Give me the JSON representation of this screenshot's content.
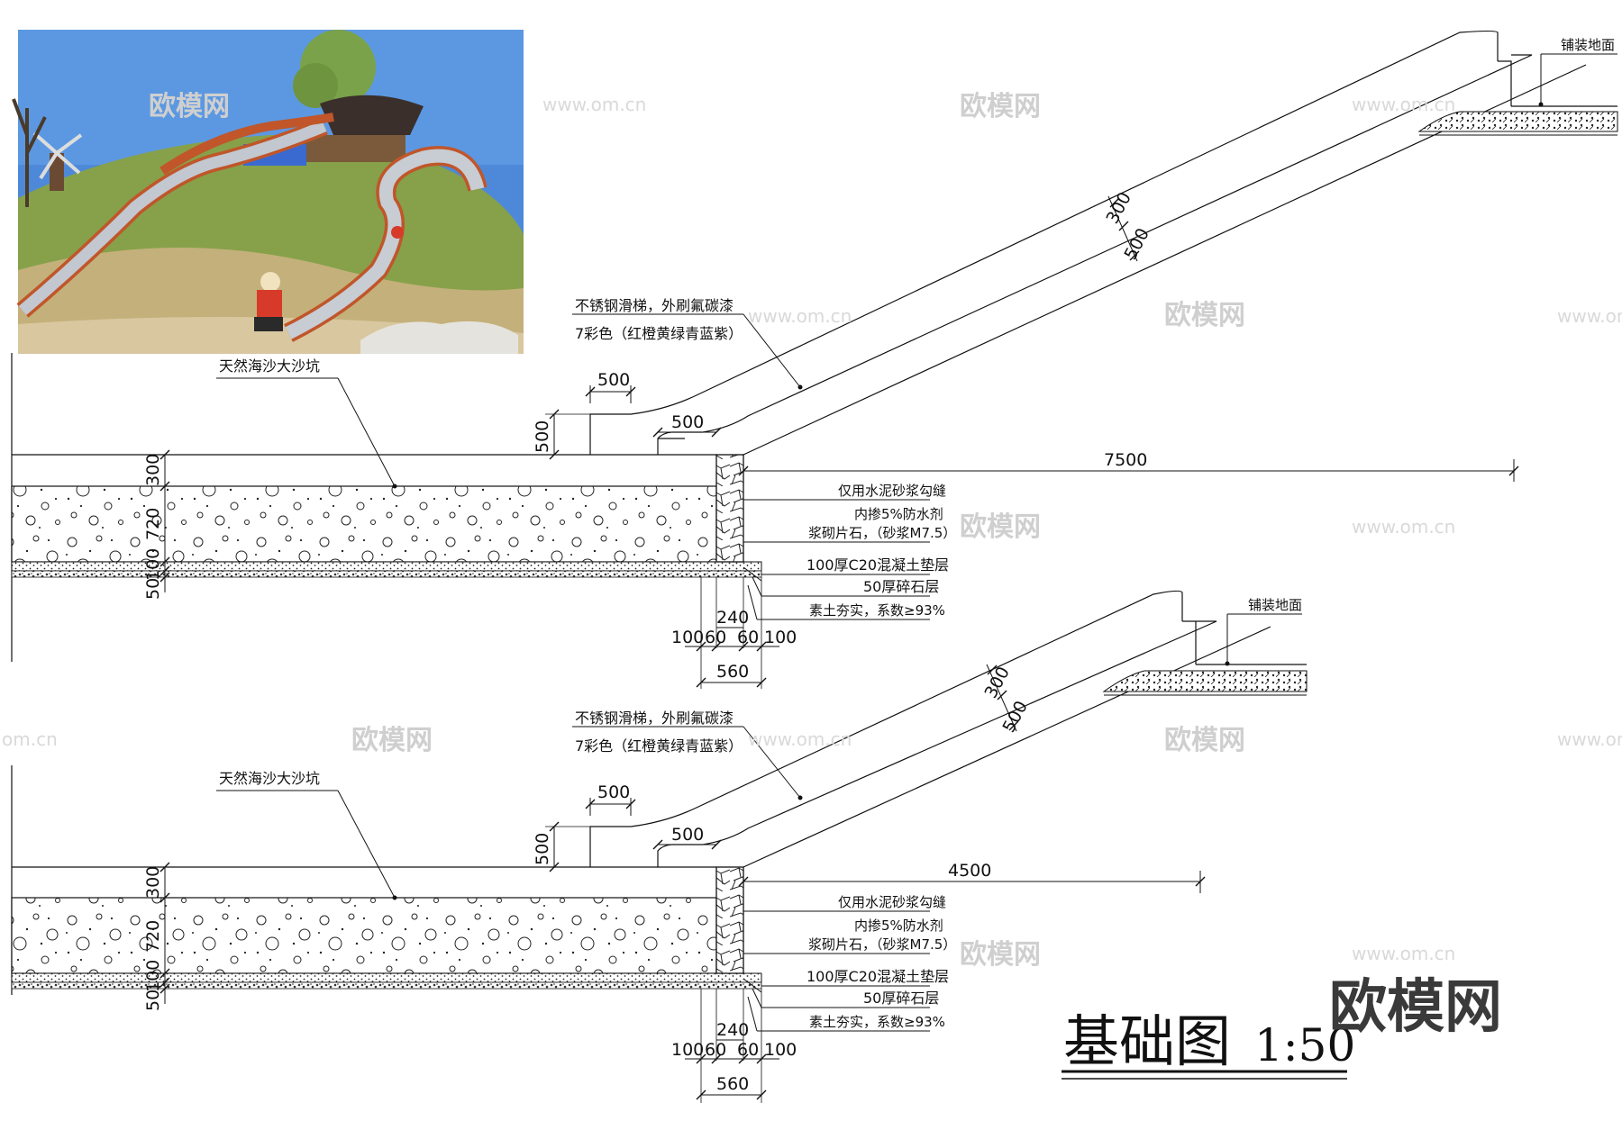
{
  "watermark": {
    "logo": "欧模网",
    "url": "www.om.cn",
    "url_partial": "om.cn"
  },
  "title": {
    "text": "基础图",
    "scale": "1:50"
  },
  "photo": {
    "subject": "stainless steel slides on a grassy hill"
  },
  "section1": {
    "paving_label": "铺装地面",
    "slide_label_1": "不锈钢滑梯，外刷氟碳漆",
    "slide_label_2": "7彩色（红橙黄绿青蓝紫）",
    "sand_label": "天然海沙大沙坑",
    "dim_300": "300",
    "dim_500_slope": "500",
    "dim_500_top": "500",
    "dim_500_mid": "500",
    "dim_500_side": "500",
    "dim_length": "7500",
    "dim_v300": "300",
    "dim_v720": "720",
    "dim_v100": "100",
    "dim_v50": "50",
    "note_1": "仅用水泥砂浆勾缝",
    "note_2": "内掺5%防水剂",
    "note_3": "浆砌片石，（砂浆M7.5）",
    "note_4": "100厚C20混凝土垫层",
    "note_5": "50厚碎石层",
    "note_6": "素土夯实，系数≥93%",
    "dim_240": "240",
    "dim_100a": "100",
    "dim_60a": "60",
    "dim_60b": "60",
    "dim_100b": "100",
    "dim_560": "560"
  },
  "section2": {
    "paving_label": "铺装地面",
    "slide_label_1": "不锈钢滑梯，外刷氟碳漆",
    "slide_label_2": "7彩色（红橙黄绿青蓝紫）",
    "sand_label": "天然海沙大沙坑",
    "dim_300": "300",
    "dim_500_slope": "500",
    "dim_500_top": "500",
    "dim_500_mid": "500",
    "dim_500_side": "500",
    "dim_length": "4500",
    "dim_v300": "300",
    "dim_v720": "720",
    "dim_v100": "100",
    "dim_v50": "50",
    "note_1": "仅用水泥砂浆勾缝",
    "note_2": "内掺5%防水剂",
    "note_3": "浆砌片石，（砂浆M7.5）",
    "note_4": "100厚C20混凝土垫层",
    "note_5": "50厚碎石层",
    "note_6": "素土夯实，系数≥93%",
    "dim_240": "240",
    "dim_100a": "100",
    "dim_60a": "60",
    "dim_60b": "60",
    "dim_100b": "100",
    "dim_560": "560"
  },
  "colors": {
    "sky": "#4a86d6",
    "grass": "#7a9a3a",
    "slide": "#b8bcc4",
    "slide_rail": "#c0562a",
    "line": "#111111"
  }
}
